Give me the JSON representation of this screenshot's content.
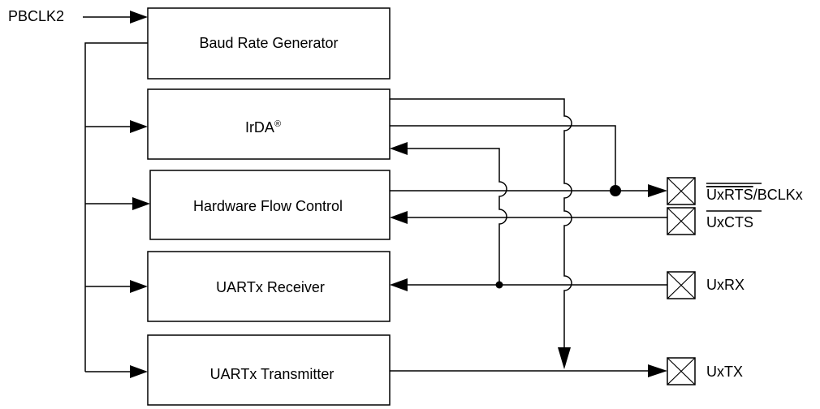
{
  "colors": {
    "line": "#000000",
    "background": "#ffffff"
  },
  "inputs": {
    "clock": "PBCLK2"
  },
  "blocks": {
    "baud": "Baud Rate Generator",
    "irda": "IrDA",
    "irda_mark": "®",
    "flow": "Hardware Flow Control",
    "receiver": "UARTx Receiver",
    "transmitter": "UARTx Transmitter"
  },
  "pins": {
    "rts": "UxRTS",
    "rts_sep": "/",
    "bclk": "BCLKx",
    "cts": "UxCTS",
    "rx": "UxRX",
    "tx": "UxTX"
  }
}
